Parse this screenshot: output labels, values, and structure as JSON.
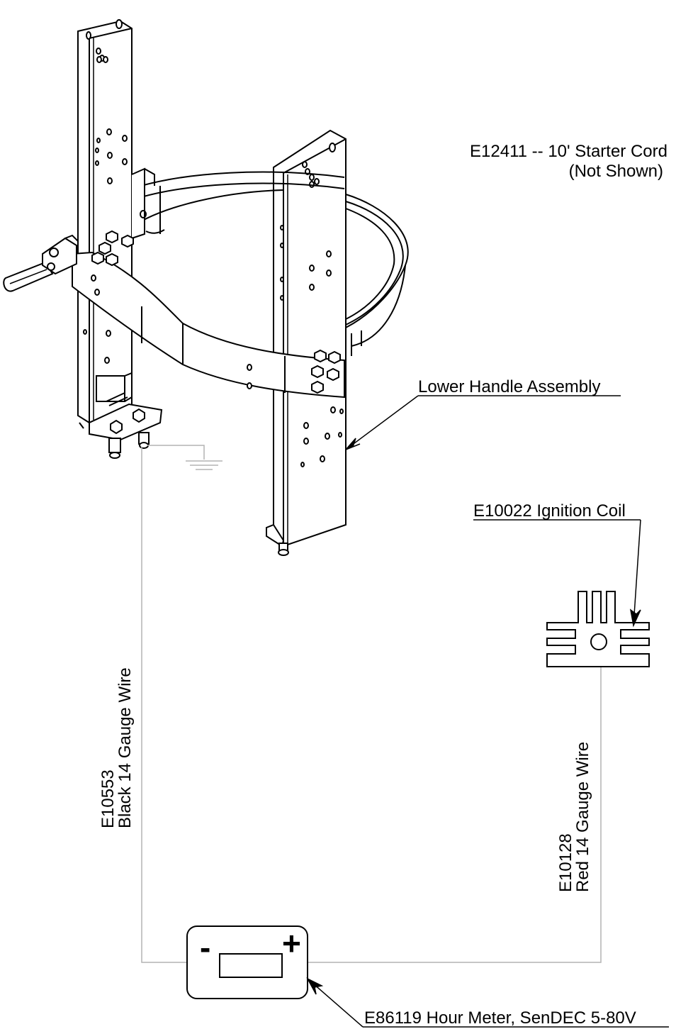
{
  "labels": {
    "starter_cord_line1": "E12411 -- 10' Starter Cord",
    "starter_cord_line2": "(Not Shown)",
    "lower_handle": "Lower Handle Assembly",
    "ignition_coil": "E10022 Ignition Coil",
    "black_wire_line1": "E10553",
    "black_wire_line2": "Black 14 Gauge Wire",
    "red_wire_line1": "E10128",
    "red_wire_line2": "Red 14 Gauge Wire",
    "hour_meter": "E86119 Hour Meter, SenDEC 5-80V"
  },
  "meter": {
    "minus": "-",
    "plus": "+"
  },
  "colors": {
    "line": "#000000",
    "wire": "#b4b4b4",
    "background": "#ffffff"
  }
}
